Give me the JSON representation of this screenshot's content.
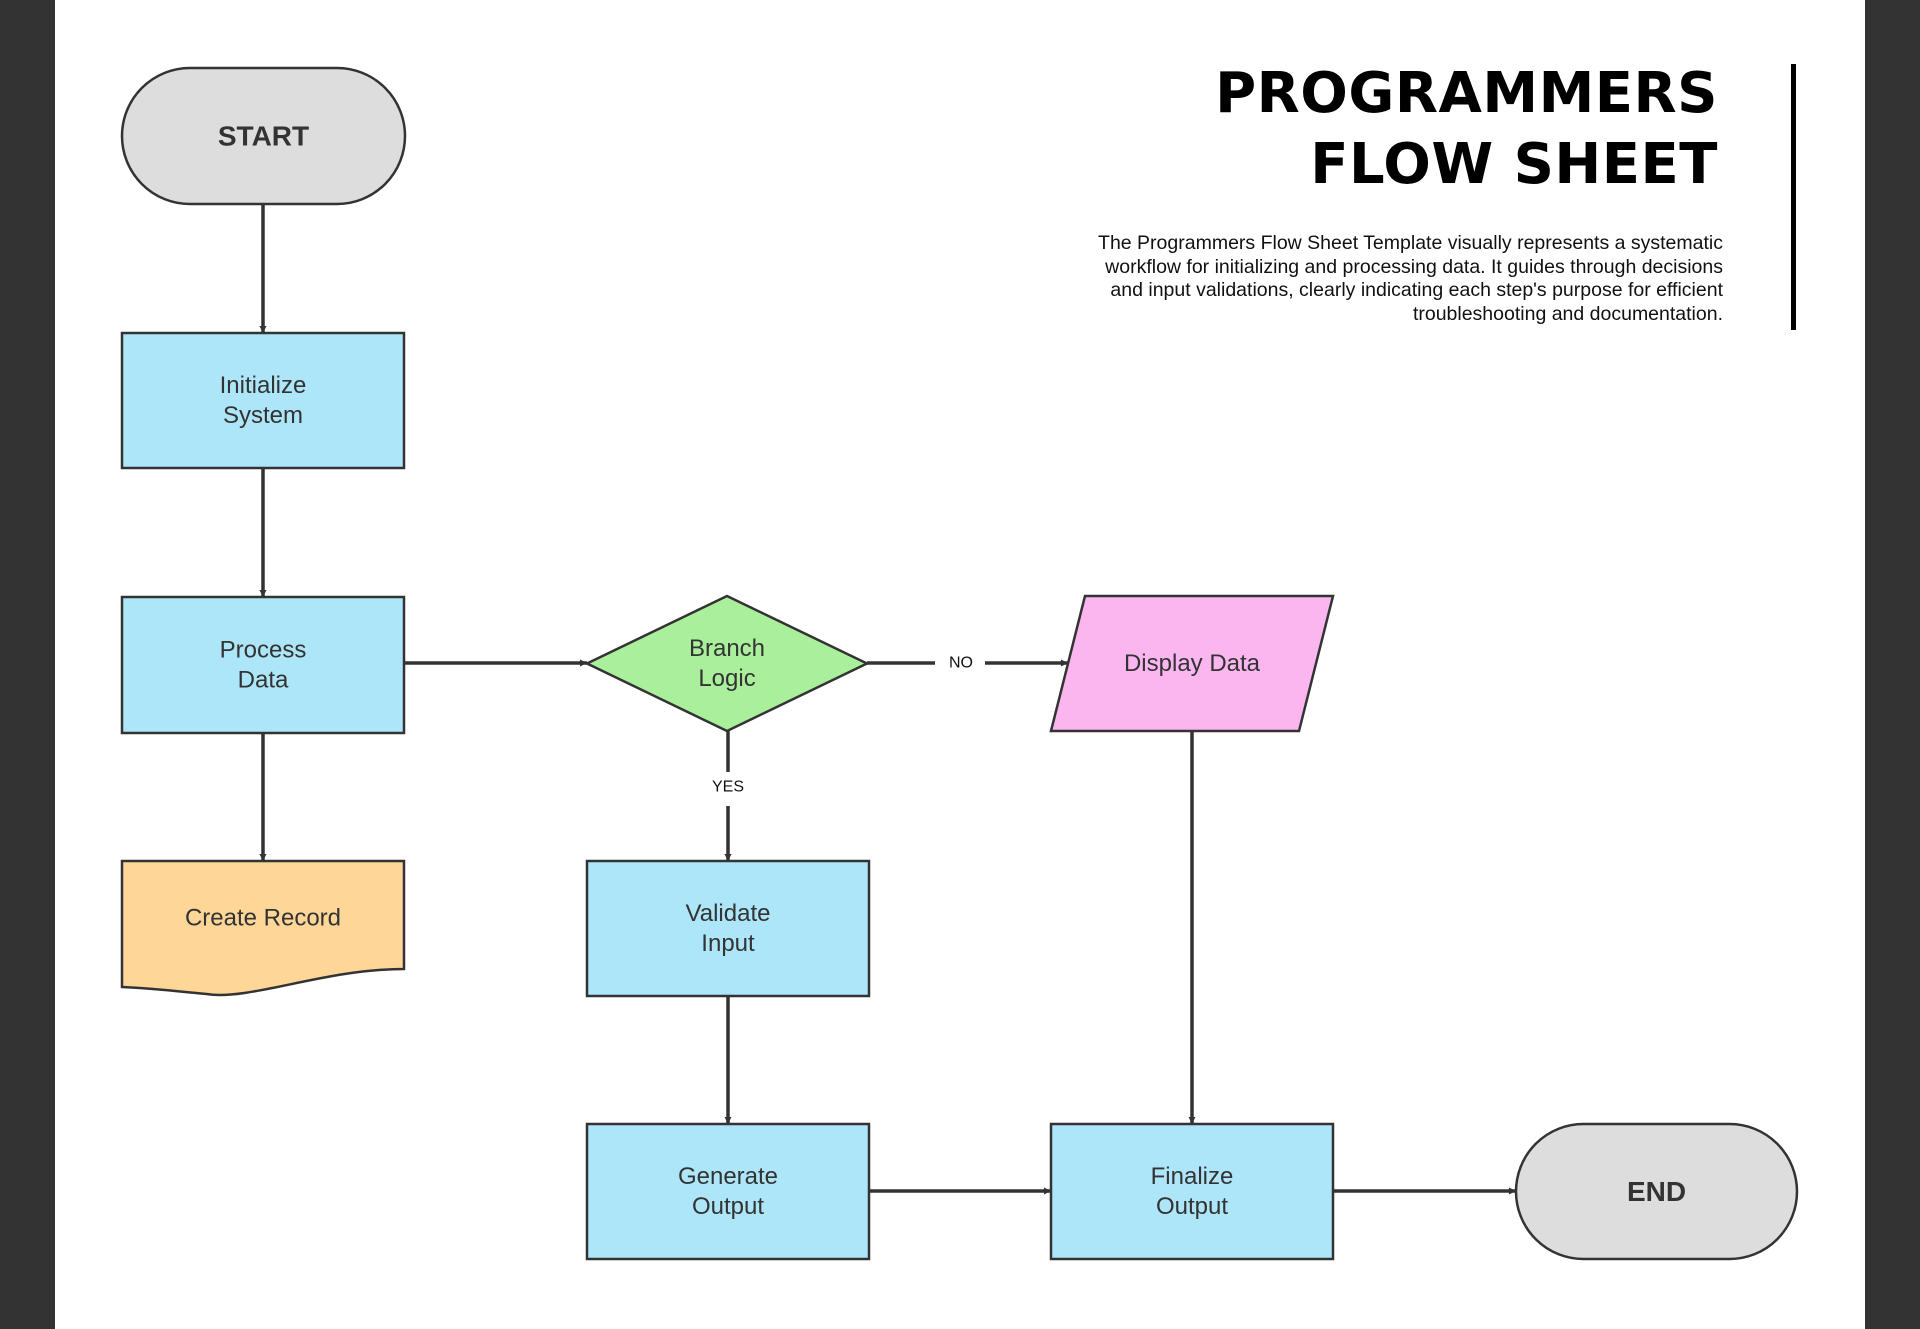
{
  "header": {
    "title_lines": [
      "PROGRAMMERS",
      "FLOW SHEET"
    ],
    "description": "The Programmers Flow Sheet Template visually represents a systematic workflow for initializing and processing data. It guides through decisions and input validations, clearly indicating each step's purpose for efficient troubleshooting and documentation."
  },
  "colors": {
    "terminal": "#dddddd",
    "process": "#ade6f8",
    "decision": "#aaf09c",
    "io": "#fbb6f0",
    "document": "#fdd698",
    "stroke": "#333333",
    "frame": "#333333"
  },
  "nodes": {
    "start": {
      "type": "terminal",
      "lines": [
        "START"
      ]
    },
    "initialize": {
      "type": "process",
      "lines": [
        "Initialize",
        "System"
      ]
    },
    "process": {
      "type": "process",
      "lines": [
        "Process",
        "Data"
      ]
    },
    "create_record": {
      "type": "document",
      "lines": [
        "Create Record"
      ]
    },
    "branch": {
      "type": "decision",
      "lines": [
        "Branch",
        "Logic"
      ]
    },
    "display": {
      "type": "io",
      "lines": [
        "Display Data"
      ]
    },
    "validate": {
      "type": "process",
      "lines": [
        "Validate",
        "Input"
      ]
    },
    "generate": {
      "type": "process",
      "lines": [
        "Generate",
        "Output"
      ]
    },
    "finalize": {
      "type": "process",
      "lines": [
        "Finalize",
        "Output"
      ]
    },
    "end": {
      "type": "terminal",
      "lines": [
        "END"
      ]
    }
  },
  "edges": [
    {
      "from": "start",
      "to": "initialize",
      "label": ""
    },
    {
      "from": "initialize",
      "to": "process",
      "label": ""
    },
    {
      "from": "process",
      "to": "create_record",
      "label": ""
    },
    {
      "from": "process",
      "to": "branch",
      "label": ""
    },
    {
      "from": "branch",
      "to": "display",
      "label": "NO"
    },
    {
      "from": "branch",
      "to": "validate",
      "label": "YES"
    },
    {
      "from": "validate",
      "to": "generate",
      "label": ""
    },
    {
      "from": "display",
      "to": "finalize",
      "label": ""
    },
    {
      "from": "generate",
      "to": "finalize",
      "label": ""
    },
    {
      "from": "finalize",
      "to": "end",
      "label": ""
    }
  ]
}
